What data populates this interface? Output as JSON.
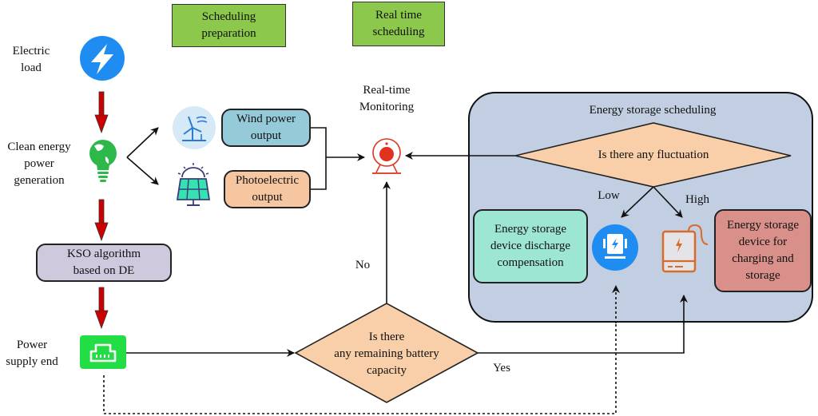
{
  "phases": {
    "scheduling_preparation": "Scheduling preparation",
    "real_time_scheduling": "Real time scheduling"
  },
  "left_column": {
    "electric_load": "Electric load",
    "clean_energy": "Clean energy power generation",
    "kso_algorithm": "KSO algorithm based on DE",
    "power_supply_end": "Power supply end"
  },
  "sources": {
    "wind_power_output": "Wind power output",
    "photoelectric_output": "Photoelectric output"
  },
  "monitoring": {
    "label": "Real-time Monitoring"
  },
  "storage_scheduling": {
    "title": "Energy storage scheduling",
    "decision": "Is there any fluctuation",
    "low_label": "Low",
    "high_label": "High",
    "discharge_box": "Energy storage device discharge compensation",
    "charging_box": "Energy storage device for charging and storage"
  },
  "battery_decision": {
    "text_line1": "Is there",
    "text_line2": "any remaining battery",
    "text_line3": "capacity",
    "no_label": "No",
    "yes_label": "Yes"
  },
  "colors": {
    "phase_green": "#8cc84b",
    "arrow_red": "#cc0000",
    "wind_box": "#95cad8",
    "photo_box": "#f6c6a0",
    "kso_box": "#cfc9de",
    "container_bg": "#c2cfe2",
    "decision_fill": "#f8cfa8",
    "discharge_box": "#9ee6d4",
    "charging_box": "#d9908a",
    "icon_blue": "#1e8cf0",
    "icon_green": "#22dd44",
    "icon_orange": "#d86a2a",
    "monitor_red": "#e0321e"
  }
}
